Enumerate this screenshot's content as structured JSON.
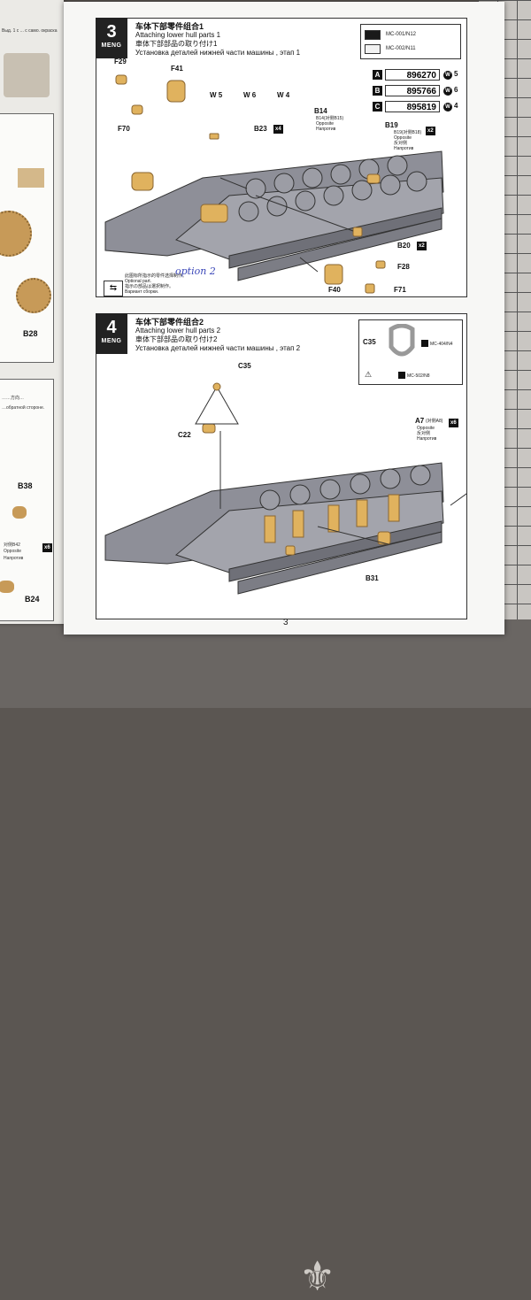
{
  "left_page": {
    "top_text": "Выд. 1 с ... с само. окраска",
    "snippet_text": "……方向…",
    "part_b28": "B28",
    "part_b38": "B38",
    "part_b24": "B24",
    "opposite_x6": "x6",
    "part_b42_zh": "对侧B42",
    "opposite": "Opposite",
    "opposite_ru": "Напротив",
    "ru_side": "…обратной стороне."
  },
  "step3": {
    "number": "3",
    "brand": "MENG",
    "title_zh": "车体下部零件组合1",
    "title_en": "Attaching lower hull parts 1",
    "title_jp": "車体下部部品の取り付け1",
    "title_ru": "Установка деталей нижней части машины , этап 1",
    "paints": [
      {
        "code": "MC-001/N12",
        "color": "#1a1a1a"
      },
      {
        "code": "MC-002/N11",
        "color": "#f2f2f2"
      }
    ],
    "codes": [
      {
        "letter": "A",
        "number": "896270",
        "wheel": "W",
        "count": "5"
      },
      {
        "letter": "B",
        "number": "895766",
        "wheel": "W",
        "count": "6"
      },
      {
        "letter": "C",
        "number": "895819",
        "wheel": "W",
        "count": "4"
      }
    ],
    "wheel_labels": [
      "W 5",
      "W 6",
      "W 4"
    ],
    "parts": {
      "f29": "F29",
      "f41": "F41",
      "f70": "F70",
      "b23": "B23",
      "b23_qty": "x4",
      "b14": "B14",
      "b19": "B19",
      "b19_qty": "x2",
      "b20": "B20",
      "b20_qty": "x2",
      "f28": "F28",
      "f71": "F71",
      "f40": "F40"
    },
    "opposite_b14_zh": "B14(对侧B15)",
    "opposite_b19_zh": "B19(对侧B18)",
    "opposite_en": "Opposite",
    "opposite_zh": "反对侧",
    "opposite_ru": "Напротив",
    "optional_zh": "此图标所指示的零件选择制作。",
    "optional_en": "Optional part.",
    "optional_jp": "指示の部品は選択制作。",
    "optional_ru": "Вариант сборки.",
    "handwritten": "option 2"
  },
  "step4": {
    "number": "4",
    "brand": "MENG",
    "title_zh": "车体下部零件组合2",
    "title_en": "Attaching lower hull parts 2",
    "title_jp": "車体下部部品の取り付け2",
    "title_ru": "Установка деталей нижней части машины , этап 2",
    "callout": {
      "part": "C35",
      "paint1": "MC-404/N4",
      "paint2": "MC-502/N8"
    },
    "parts": {
      "c35": "C35",
      "c22": "C22",
      "a7": "A7",
      "a7_qty": "x6",
      "b31": "B31"
    },
    "a7_opposite_zh": "(对侧A8)",
    "opposite_en": "Opposite",
    "opposite_zh": "反对侧",
    "opposite_ru": "Напротив"
  },
  "page_number": "3"
}
